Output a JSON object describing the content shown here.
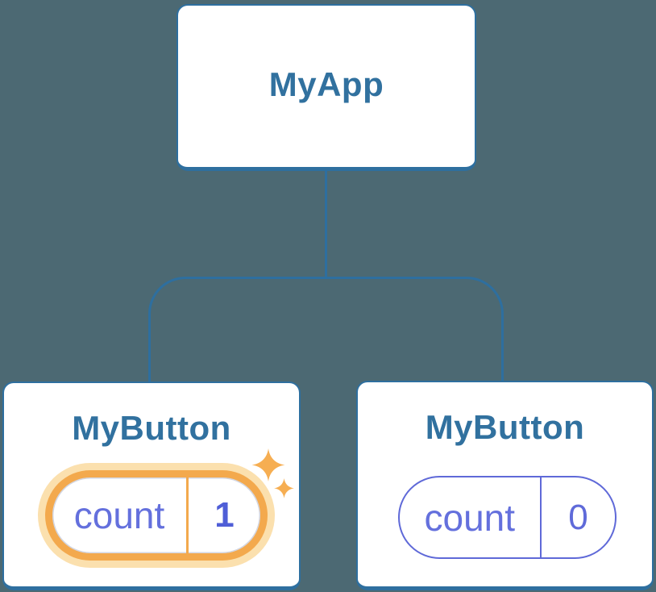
{
  "diagram": {
    "description": "React component tree with state",
    "background_color": "#4c6973",
    "node_color": "#2e6f9f",
    "state_color": "#5f69d8",
    "highlight_color": "#f3a94d",
    "root": {
      "label": "MyApp"
    },
    "children": [
      {
        "label": "MyButton",
        "state": {
          "key": "count",
          "value": "1"
        },
        "highlighted": true,
        "icon": "sparkle-icon"
      },
      {
        "label": "MyButton",
        "state": {
          "key": "count",
          "value": "0"
        },
        "highlighted": false
      }
    ]
  }
}
